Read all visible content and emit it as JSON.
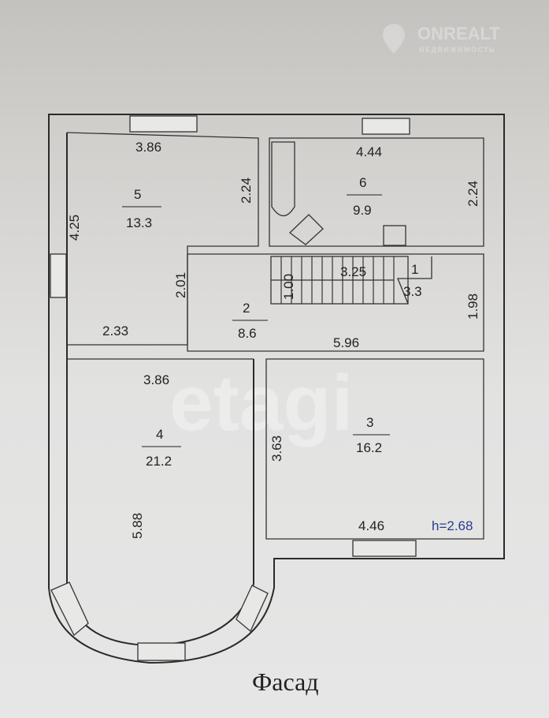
{
  "watermarks": {
    "brand": "ONREALT",
    "brand_sub": "НЕДВИЖИМОСТЬ",
    "center": "etagi"
  },
  "rooms": [
    {
      "number": "1",
      "area": "3.3",
      "dims": [
        "3.25",
        "1.00"
      ]
    },
    {
      "number": "2",
      "area": "8.6",
      "dims": [
        "5.96",
        "2.01",
        "1.98"
      ]
    },
    {
      "number": "3",
      "area": "16.2",
      "dims": [
        "4.46",
        "3.63"
      ]
    },
    {
      "number": "4",
      "area": "21.2",
      "dims": [
        "3.86",
        "5.88"
      ]
    },
    {
      "number": "5",
      "area": "13.3",
      "dims": [
        "3.86",
        "4.25",
        "2.24",
        "2.33"
      ]
    },
    {
      "number": "6",
      "area": "9.9",
      "dims": [
        "4.44",
        "2.24"
      ]
    }
  ],
  "ceiling_height": "h=2.68",
  "caption": "Фасад"
}
